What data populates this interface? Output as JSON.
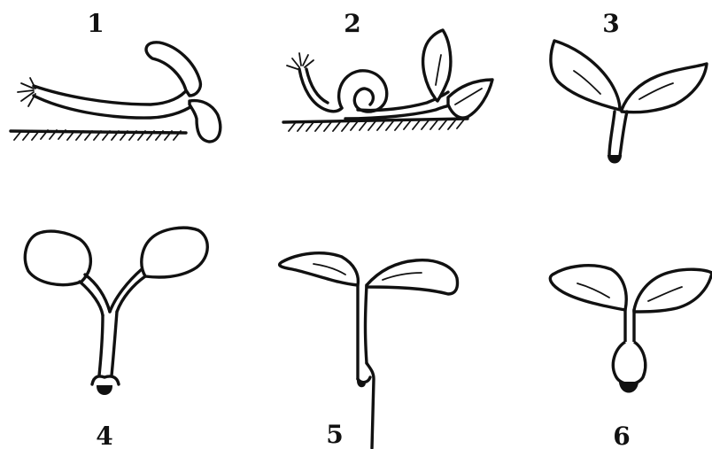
{
  "figure": {
    "labels": [
      "1",
      "2",
      "3",
      "4",
      "5",
      "6"
    ]
  },
  "colors": {
    "ink": "#111111",
    "paper": "#ffffff"
  }
}
